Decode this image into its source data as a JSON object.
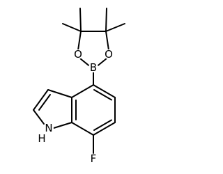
{
  "molecule": {
    "atoms": {
      "boron": {
        "symbol": "B",
        "color": "#000000"
      },
      "oxygen_left": {
        "symbol": "O",
        "color": "#000000"
      },
      "oxygen_right": {
        "symbol": "O",
        "color": "#000000"
      },
      "nitrogen": {
        "symbol": "N",
        "color": "#000000"
      },
      "hydrogen_on_nitrogen": {
        "symbol": "H",
        "color": "#000000"
      },
      "fluorine": {
        "symbol": "F",
        "color": "#000000"
      }
    }
  }
}
